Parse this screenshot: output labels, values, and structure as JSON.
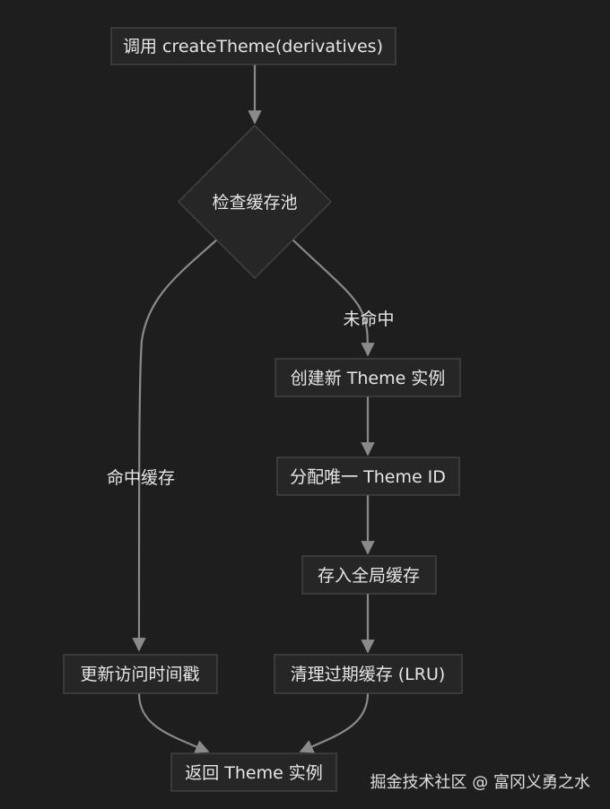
{
  "nodes": {
    "start": "调用 createTheme(derivatives)",
    "check": "检查缓存池",
    "create": "创建新 Theme 实例",
    "assign": "分配唯一 Theme ID",
    "store": "存入全局缓存",
    "cleanup": "清理过期缓存 (LRU)",
    "update": "更新访问时间戳",
    "return": "返回 Theme 实例"
  },
  "edges": {
    "miss": "未命中",
    "hit": "命中缓存"
  },
  "watermark": "掘金技术社区 @ 富冈义勇之水"
}
